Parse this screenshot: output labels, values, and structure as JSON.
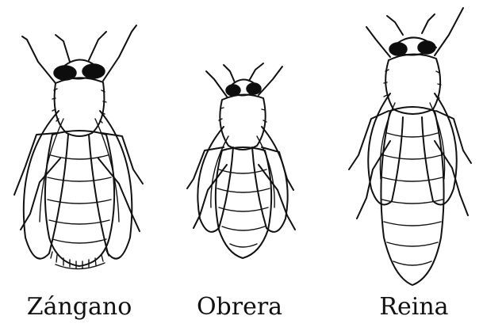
{
  "figure": {
    "bees": [
      {
        "key": "drone",
        "label": "Zángano"
      },
      {
        "key": "worker",
        "label": "Obrera"
      },
      {
        "key": "queen",
        "label": "Reina"
      }
    ]
  }
}
